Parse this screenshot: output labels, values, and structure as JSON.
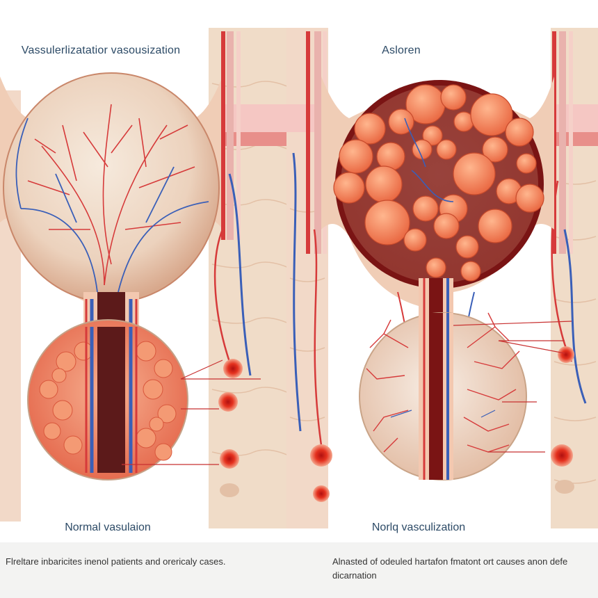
{
  "left_panel": {
    "title": "Vassulerlizatatior vasousization",
    "caption": "Normal vasulaion"
  },
  "right_panel": {
    "title": "Asloren",
    "caption": "Norlq vasculization"
  },
  "footnotes": {
    "left": "Flreltare inbaricites inenol patients and orericaly cases.",
    "right": "Alnasted of odeuled hartafon fmatont ort causes anon defe dicarnation"
  },
  "colors": {
    "background": "#f3f3f2",
    "artery": "#d63a3a",
    "vein": "#3a5fb8",
    "tissue": "#f0d8c4",
    "nodule": "#f28a62",
    "text": "#2c4a66"
  }
}
